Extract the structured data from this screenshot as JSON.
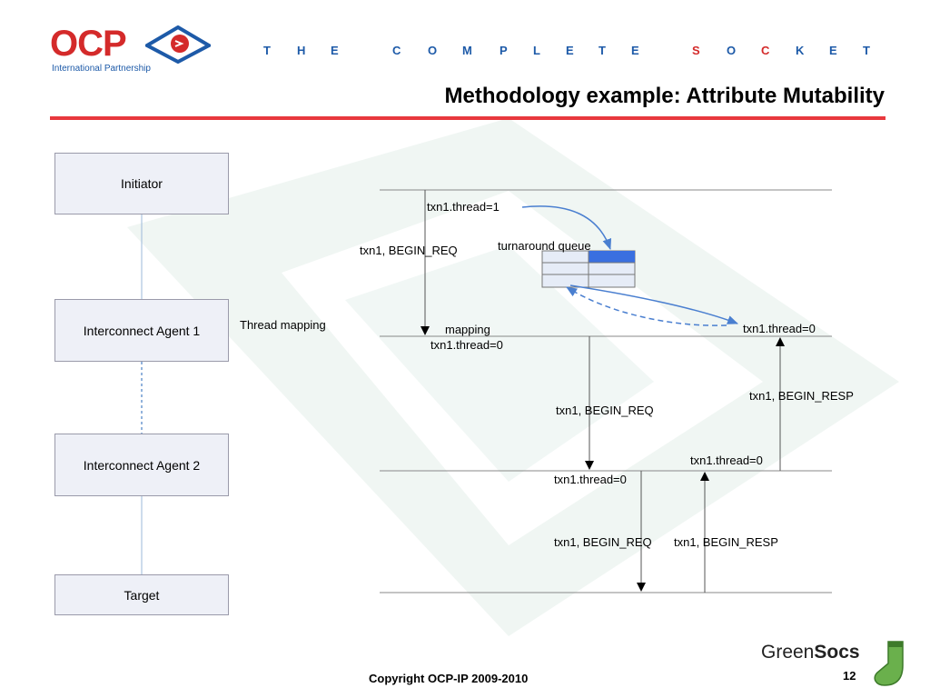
{
  "header": {
    "logo_text": "OCP",
    "logo_subtitle": "International Partnership",
    "tagline_part1": [
      "T",
      "H",
      "E",
      "C",
      "O",
      "M",
      "P",
      "L",
      "E",
      "T",
      "E"
    ],
    "tagline_part2": [
      "S",
      "O",
      "C",
      "K",
      "E",
      "T"
    ],
    "title": "Methodology example: Attribute Mutability"
  },
  "components": {
    "initiator": "Initiator",
    "agent1": "Interconnect Agent 1",
    "agent2": "Interconnect Agent 2",
    "target": "Target"
  },
  "labels": {
    "thread_mapping": "Thread mapping",
    "txn1_thread_1": "txn1.thread=1",
    "begin_req_1": "txn1, BEGIN_REQ",
    "turnaround_queue": "turnaround queue",
    "mapping": "mapping",
    "txn1_thread_0_a": "txn1.thread=0",
    "txn1_thread_0_b": "txn1.thread=0",
    "begin_req_2": "txn1, BEGIN_REQ",
    "begin_resp_1": "txn1, BEGIN_RESP",
    "txn1_thread_0_c": "txn1.thread=0",
    "txn1_thread_0_d": "txn1.thread=0",
    "begin_req_3": "txn1, BEGIN_REQ",
    "begin_resp_2": "txn1, BEGIN_RESP"
  },
  "footer": {
    "copyright": "Copyright OCP-IP 2009-2010",
    "page": "12",
    "partner_logo_green": "Green",
    "partner_logo_socs": "Socs"
  },
  "colors": {
    "accent_red": "#e8383d",
    "accent_blue": "#1d5aa8",
    "queue_highlight": "#3a6fe0",
    "watermark": "#e6f1ee"
  }
}
